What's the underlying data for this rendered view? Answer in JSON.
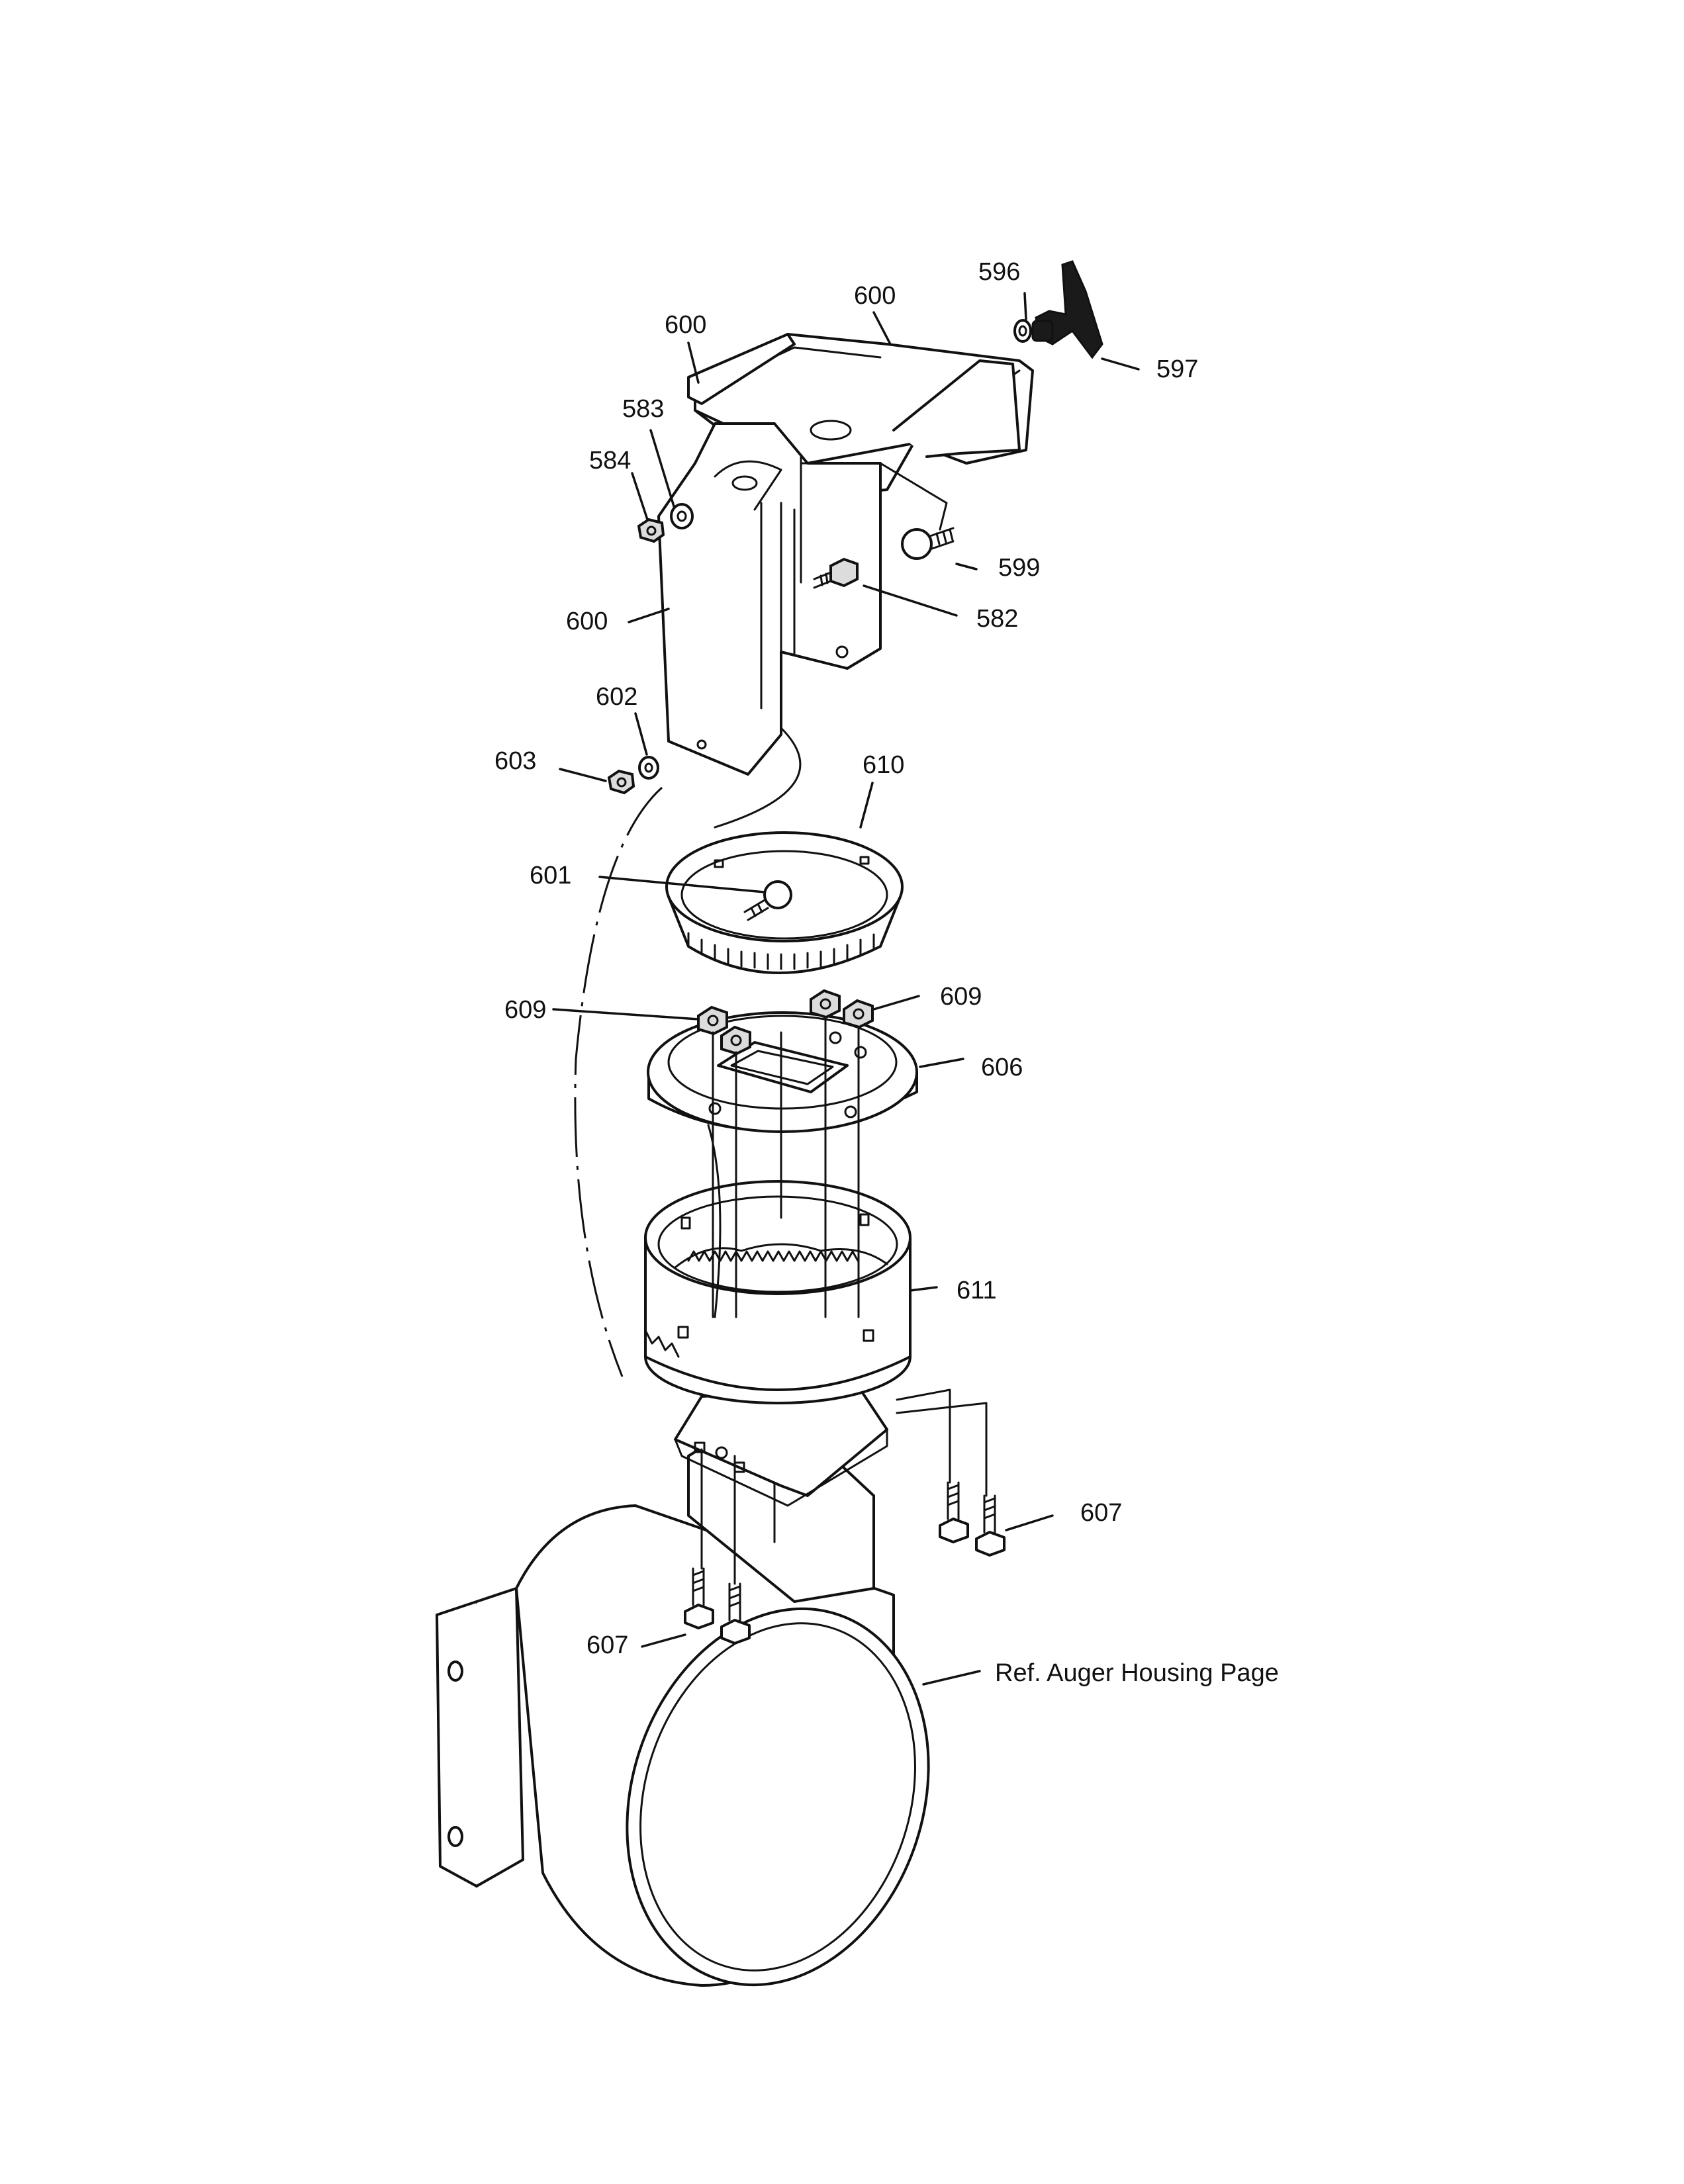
{
  "callouts": {
    "c596": "596",
    "c600_top": "600",
    "c600_left": "600",
    "c597": "597",
    "c583": "583",
    "c584": "584",
    "c599": "599",
    "c582": "582",
    "c600_mid": "600",
    "c602": "602",
    "c603": "603",
    "c610": "610",
    "c601": "601",
    "c609_left": "609",
    "c609_right": "609",
    "c606": "606",
    "c611": "611",
    "c607_right": "607",
    "c607_left": "607",
    "ref_auger": "Ref. Auger Housing Page"
  }
}
